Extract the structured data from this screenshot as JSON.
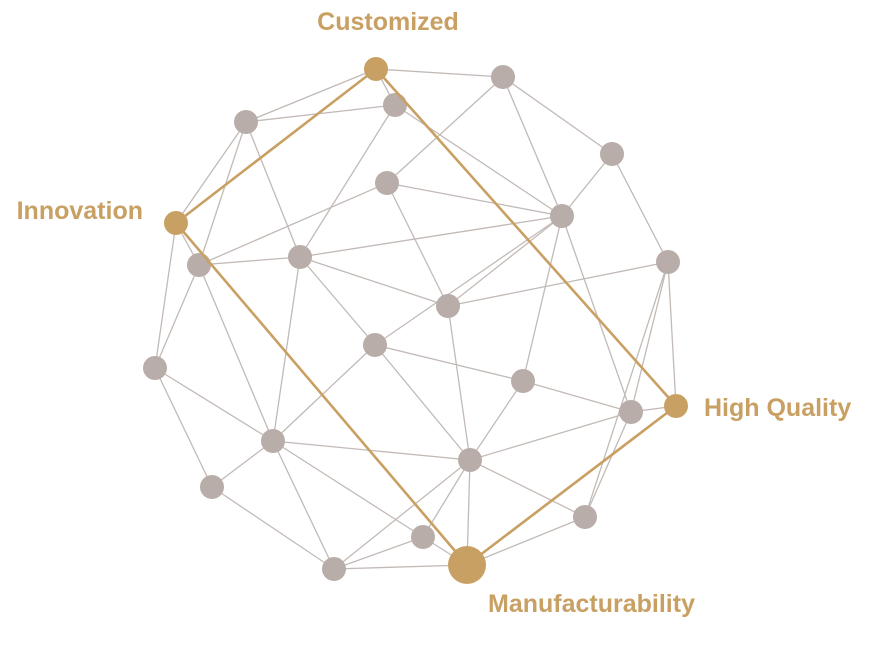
{
  "colors": {
    "accent": "#C9A063",
    "node": "#B8ADA8",
    "edge": "#C2BAB6",
    "background": "#FFFFFF"
  },
  "labels": {
    "top": "Customized",
    "left": "Innovation",
    "right": "High Quality",
    "bottom": "Manufacturability"
  }
}
